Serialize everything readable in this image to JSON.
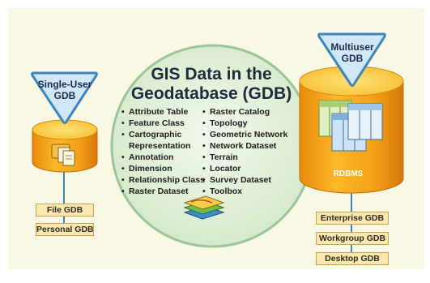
{
  "center": {
    "title_line1": "GIS Data in the",
    "title_line2": "Geodatabase (GDB)",
    "left_items": [
      "Attribute Table",
      "Feature Class",
      "Cartographic",
      "Representation",
      "Annotation",
      "Dimension",
      "Relationship Class",
      "Raster Dataset"
    ],
    "right_items": [
      "Raster Catalog",
      "Topology",
      "Geometric Network",
      "Network Dataset",
      "Terrain",
      "Locator",
      "Survey Dataset",
      "Toolbox"
    ]
  },
  "single_user": {
    "label_line1": "Single-User",
    "label_line2": "GDB",
    "tags": [
      "File GDB",
      "Personal GDB"
    ]
  },
  "multiuser": {
    "label_line1": "Multiuser",
    "label_line2": "GDB",
    "rdbms_label": "RDBMS",
    "tags": [
      "Enterprise GDB",
      "Workgroup GDB",
      "Desktop GDB"
    ]
  },
  "colors": {
    "background": "#f9f8e4",
    "cylinder_orange": "#f2a316",
    "cylinder_top": "#fcd24c",
    "circle_fill": "#e1eed7",
    "circle_border": "#9bc59b",
    "triangle_fill": "#cfe7f6",
    "triangle_border": "#3e84bd",
    "tag_fill": "#fbe7b0",
    "connector": "#3e84bd"
  },
  "icons": [
    "folder-files-icon",
    "tables-icon",
    "map-layers-icon"
  ]
}
